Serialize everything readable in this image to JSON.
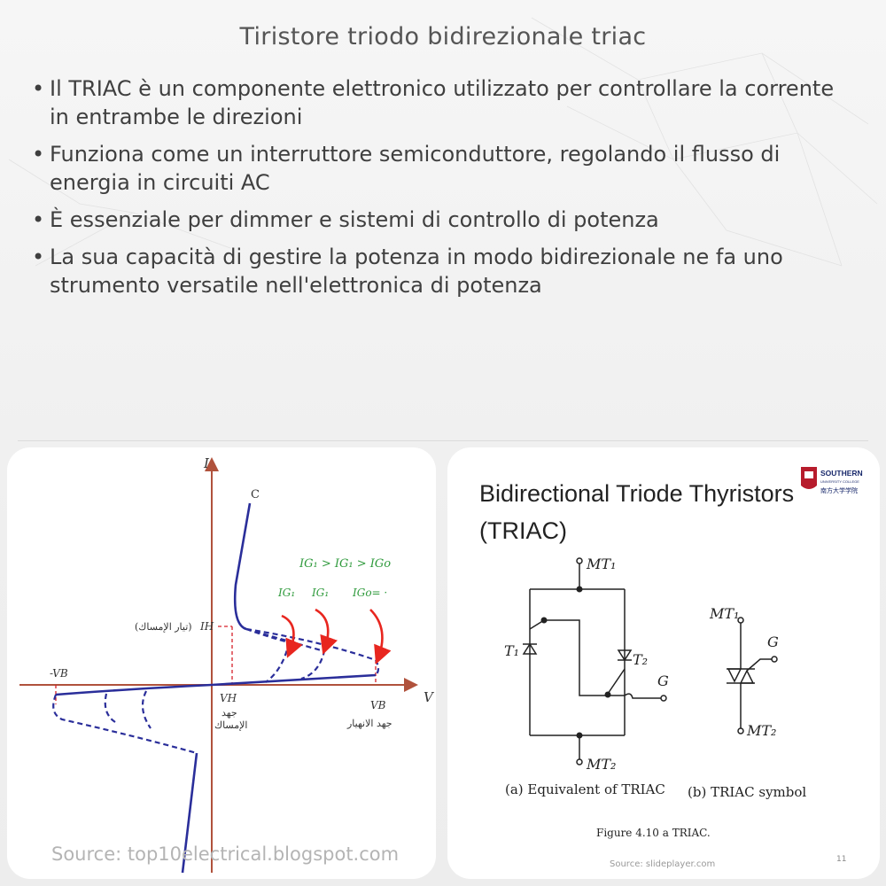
{
  "title": "Tiristore triodo bidirezionale triac",
  "bullets": [
    "Il TRIAC è un componente elettronico utilizzato per controllare la corrente in entrambe le direzioni",
    "Funziona come un interruttore semiconduttore, regolando il flusso di energia in circuiti AC",
    "È essenziale per dimmer e sistemi di controllo di potenza",
    "La sua capacità di gestire la potenza in modo bidirezionale ne fa uno strumento versatile nell'elettronica di potenza"
  ],
  "left_figure": {
    "axis_i": "I",
    "axis_v": "V",
    "curve_c": "C",
    "ig_relation": "IG₁ > IG₁ > IGo",
    "ig1a": "IG₁",
    "ig1b": "IG₁",
    "igo": "IGo= ·",
    "ih": "IH",
    "ih_ar": "(تيار الإمساك)",
    "neg_vb": "-VB",
    "vh": "VH",
    "vh_ar1": "جهد",
    "vh_ar2": "الإمساك",
    "vb": "VB",
    "vb_ar": "جهد الانهيار",
    "source": "Source: top10electrical.blogspot.com"
  },
  "right_figure": {
    "heading_line1": "Bidirectional Triode Thyristors",
    "heading_line2": "(TRIAC)",
    "logo_name": "SOUTHERN",
    "logo_sub": "UNIVERSITY COLLEGE",
    "logo_cn": "南方大学学院",
    "mt1": "MT₁",
    "mt2": "MT₂",
    "t1": "T₁",
    "t2": "T₂",
    "g": "G",
    "sym_mt1": "MT₁",
    "sym_mt2": "MT₂",
    "sym_g": "G",
    "caption_a": "(a) Equivalent of TRIAC",
    "caption_b": "(b) TRIAC symbol",
    "figure_caption": "Figure 4.10 a TRIAC.",
    "source": "Source: slideplayer.com",
    "page": "11"
  },
  "colors": {
    "axis": "#b0523c",
    "curve": "#2a2e9a",
    "arrow": "#e8261f",
    "dashed_red": "#d6202a",
    "green_text": "#2f9a3c"
  }
}
